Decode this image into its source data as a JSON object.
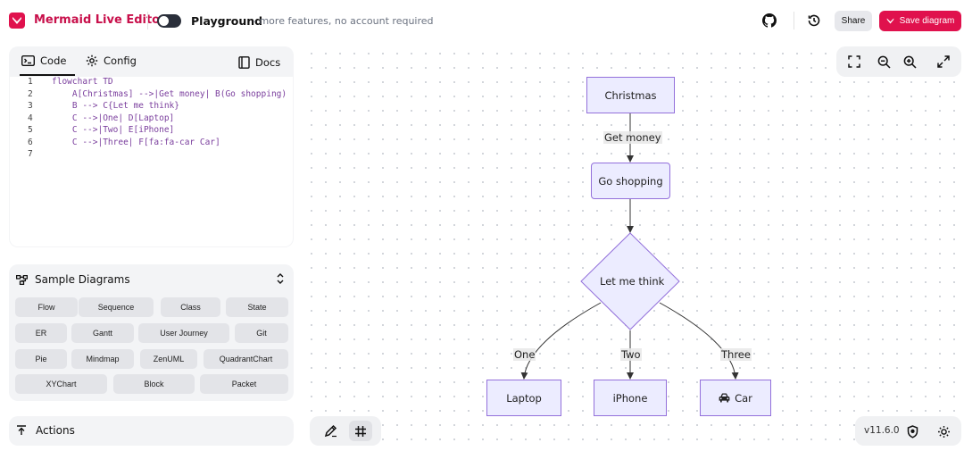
{
  "header": {
    "app_title": "Mermaid Live Editor",
    "playground_label": "Playground",
    "playground_sub": "- more features, no account required",
    "share_label": "Share",
    "save_label": "Save diagram",
    "brand_color": "#e0114d"
  },
  "editor": {
    "tabs": {
      "code": "Code",
      "config": "Config",
      "docs": "Docs"
    },
    "lines": [
      {
        "n": "1",
        "text": "flowchart TD"
      },
      {
        "n": "2",
        "text": "    A[Christmas] -->|Get money| B(Go shopping)"
      },
      {
        "n": "3",
        "text": "    B --> C{Let me think}"
      },
      {
        "n": "4",
        "text": "    C -->|One| D[Laptop]"
      },
      {
        "n": "5",
        "text": "    C -->|Two| E[iPhone]"
      },
      {
        "n": "6",
        "text": "    C -->|Three| F[fa:fa-car Car]"
      },
      {
        "n": "7",
        "text": ""
      }
    ]
  },
  "samples": {
    "title": "Sample Diagrams",
    "items": [
      "Flow",
      "Sequence",
      "Class",
      "State",
      "ER",
      "Gantt",
      "User Journey",
      "Git",
      "Pie",
      "Mindmap",
      "ZenUML",
      "QuadrantChart",
      "XYChart",
      "Block",
      "Packet"
    ]
  },
  "actions": {
    "label": "Actions"
  },
  "footer": {
    "version": "v11.6.0"
  },
  "diagram": {
    "nodes": {
      "christmas": "Christmas",
      "go_shopping": "Go shopping",
      "think": "Let me think",
      "laptop": "Laptop",
      "iphone": "iPhone",
      "car": "Car"
    },
    "edges": {
      "get_money": "Get money",
      "one": "One",
      "two": "Two",
      "three": "Three"
    },
    "node_fill": "#ececff",
    "node_stroke": "#9370db"
  },
  "icons": {
    "logo": "mermaid-logo-icon",
    "github": "github-icon",
    "history": "history-icon",
    "code_tab": "terminal-icon",
    "config_tab": "gear-icon",
    "docs_tab": "book-icon",
    "samples": "diagram-icon",
    "collapse": "chevron-up-icon",
    "actions": "upload-icon",
    "fullscreen": "fullscreen-icon",
    "zoom_out": "zoom-out-icon",
    "zoom_in": "zoom-in-icon",
    "expand": "expand-icon",
    "pencil": "pencil-icon",
    "grid": "grid-icon",
    "shield": "shield-icon",
    "theme": "sun-icon",
    "car": "car-icon"
  }
}
